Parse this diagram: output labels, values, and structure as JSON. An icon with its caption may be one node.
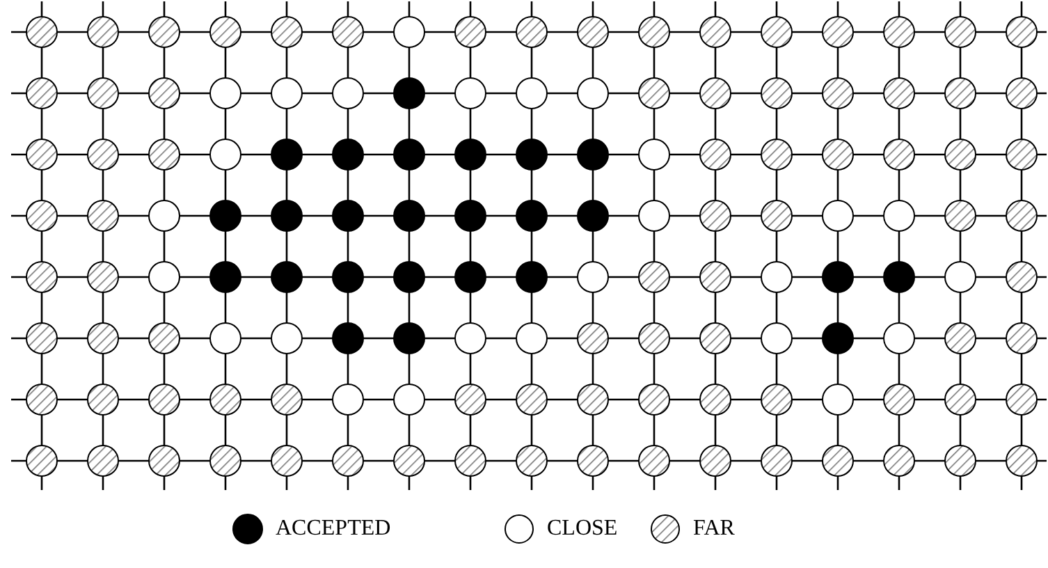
{
  "diagram": {
    "legend": [
      {
        "text": "ACCEPTED"
      },
      {
        "text": "CLOSE"
      },
      {
        "text": "FAR"
      }
    ]
  }
}
